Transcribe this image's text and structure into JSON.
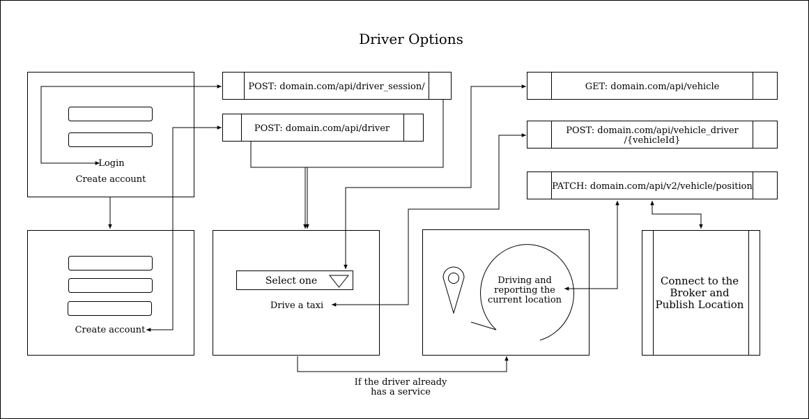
{
  "title": "Driver Options",
  "login_screen": {
    "login_label": "Login",
    "create_account_label": "Create account"
  },
  "create_account_screen": {
    "create_account_label": "Create account"
  },
  "endpoints": {
    "driver_session": "POST: domain.com/api/driver_session/",
    "driver": "POST: domain.com/api/driver",
    "vehicle": "GET: domain.com/api/vehicle",
    "vehicle_driver_line1": "POST: domain.com/api/vehicle_driver",
    "vehicle_driver_line2": "/{vehicleId}",
    "vehicle_position": "PATCH: domain.com/api/v2/vehicle/position"
  },
  "taxi_screen": {
    "select_label": "Select one",
    "drive_label": "Drive a taxi"
  },
  "driving_screen": {
    "status_line1": "Driving and",
    "status_line2": "reporting the",
    "status_line3": "current location"
  },
  "broker": {
    "line1": "Connect to the",
    "line2": "Broker and",
    "line3": "Publish Location"
  },
  "edge_label": {
    "line1": "If the driver already",
    "line2": "has a service"
  },
  "icons": {
    "map_pin": "map-pin-icon",
    "refresh": "circular-arrow-icon",
    "dropdown": "triangle-down-icon"
  },
  "colors": {
    "stroke": "#000000",
    "background": "#ffffff"
  }
}
